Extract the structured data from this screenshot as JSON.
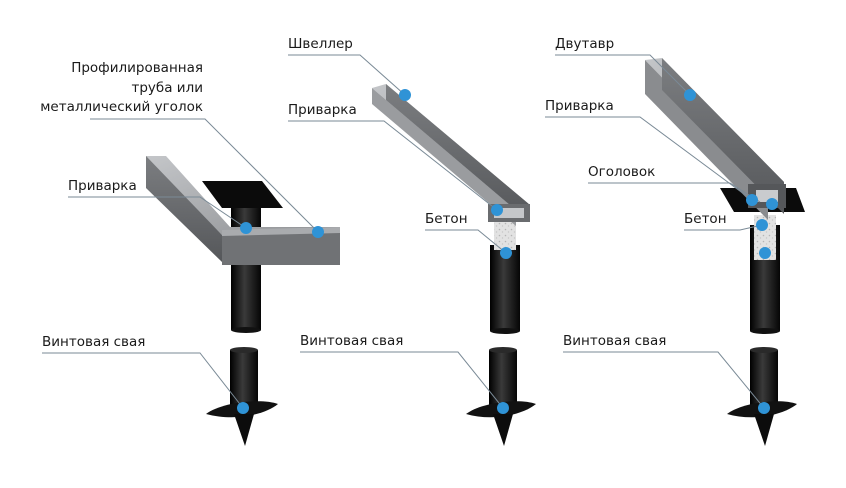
{
  "colors": {
    "steel": "#8a8c8f",
    "steel_light": "#b9bbbe",
    "steel_dark": "#5e6063",
    "pile": "#151515",
    "concrete": "#dcdcdc",
    "dot": "#2f93d6",
    "leader": "#7a8a96"
  },
  "left": {
    "profile_label_line1": "Профилированная",
    "profile_label_line2": "труба или",
    "profile_label_line3": "металлический уголок",
    "weld_label": "Приварка",
    "pile_label": "Винтовая свая"
  },
  "middle": {
    "channel_label": "Швеллер",
    "weld_label": "Приварка",
    "concrete_label": "Бетон",
    "pile_label": "Винтовая свая"
  },
  "right": {
    "ibeam_label": "Двутавр",
    "weld_label": "Приварка",
    "cap_label": "Оголовок",
    "concrete_label": "Бетон",
    "pile_label": "Винтовая свая"
  }
}
